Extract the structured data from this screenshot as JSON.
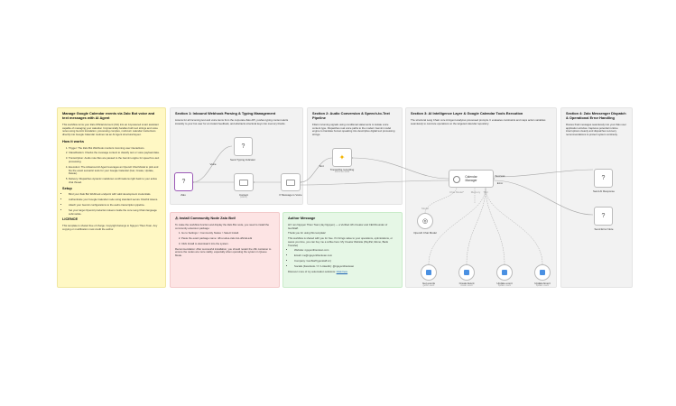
{
  "notes": {
    "intro": {
      "title": "Manage Google Calendar events via Zalo Bot voice and text messages with AI Agent",
      "p1": "This workflow turns your Zalo Official Account (OA) into an AI-powered smart assistant capable of managing your calendar. It dynamically handles both text strings and voice notes using Gemini translation, processing complex, multi-turn calendar instructions directly into Google Calendar routines via an AI Agent structural layout.",
      "how_title": "How it works",
      "steps": [
        "Trigger: The Zalo Bot Webhook monitors incoming user interactions.",
        "Classification: Checks the message content to classify text or voice payload data.",
        "Transcription: Audio note files are passed to the Gemini engine for speech-to-text processing.",
        "Execution: The Advanced AI Agent leverages an OpenAI Chat Model to pick and fire the exact semantic tools for your Google Calendar (Get, Create, Update, Delete).",
        "Delivery: Dispatches dynamic markdown confirmations right back to your active chat thread."
      ],
      "setup_title": "Setup",
      "setup": [
        "Bind your Zalo Bot Webhook endpoint with valid development credentials.",
        "Authenticate your Google Calendar node using standard secure OAuth2 tokens.",
        "Attach your Gemini configurations to the audio transcription pipeline.",
        "Set your target OpenAI production tokens inside the core Lang Chain language submodule."
      ],
      "licence_title": "LICENCE",
      "licence": "This template is shared free of charge. Copyright belongs to Nguyen Thien Toan. Any copying or modification must credit the author."
    },
    "s1": {
      "title": "Section 1: Inbound Webhook Parsing & Typing Management",
      "body": "Listens for all incoming text and voice items from the corporate Zalo API, pushes typing context alerts instantly to your bot user for an instant feedback, and abstracts structural keys into memory blocks."
    },
    "s2": {
      "title": "Section 2: Audio Conversion & Speech-to-Text Pipeline",
      "body": "Filters incoming signals using conditional statements to isolate voice content type. Dispatches real voice paths to the modern Gemini model engine to translate human speaking into descriptive digital text processing strings."
    },
    "s3": {
      "title": "Section 3: AI Intelligence Layer & Google Calendar Tools Execution",
      "body": "The structural Lang Chain core AI Agent analyzes processed prompts. It evaluates constraints and maps action variables seamlessly to concrete operations on the targeted calendar repository."
    },
    "s4": {
      "title": "Section 4: Zalo Messenger Dispatch & Operational Error Handling",
      "body": "Routes final messages seamlessly into your Zalo user application window. Captures potential runtime interruptions cleanly and dispatches recovery recommendations to protect system continuity."
    },
    "install": {
      "title": "⚠ Install Community Node Zalo Bot!",
      "p1": "To make the workflow function and display the Zalo Bot node, you need to install the community extension package:",
      "steps": [
        "Go to Settings > Community Nodes > Select Install.",
        "Paste the exact package name: n8n-nodes-zalo-bot-official-sdk",
        "Click Install to download it into the system."
      ],
      "p2": "Recommendation: After successful installation, you should restart the n8n container to ensure the nodes are more stably, especially when operating the system in Queue Mode."
    },
    "author": {
      "title": "Author Message",
      "p1": "Hi! I am Nguyen Thien Toan (Jay Nguyen) — a Verified n8n Creator and CEO/Founder of GenStaff.",
      "p2": "Thank you for using this template!",
      "p3": "This workflow is shared with you for free. If it brings value to your operations, optimizations, or saves you time, you can buy me a coffee here: My Creator Website (PayPal, Momo, Bank Transfer)",
      "lines": [
        "Website: nguyenthientoan.com",
        "Email: me@nguyenthientoan.com",
        "Company: GenStaff (genstaff.vn)",
        "Socials (Facebook / X / LinkedIn): @nguyenthientoan"
      ],
      "p4_prefix": "Discover more of my automation solutions:",
      "p4_link": "Click here"
    }
  },
  "nodes": {
    "zalo": {
      "icon": "?",
      "label": "Zalo"
    },
    "typing": {
      "icon": "?",
      "label": "Send Typing Indicator"
    },
    "content": {
      "label": "Content",
      "sub": "(switch)"
    },
    "ifvoice": {
      "label": "If Message is Voice"
    },
    "transcribe": {
      "label": "Transcribe recording",
      "sub": "transcribe audio"
    },
    "calendar": {
      "label": "Calendar Manager"
    },
    "openai": {
      "label": "OpenAI Chat Model"
    },
    "send_resp": {
      "icon": "?",
      "label": "Send AI Response"
    },
    "send_err": {
      "icon": "?",
      "label": "Send Error Note"
    },
    "get_events": {
      "label": "Get events",
      "sub": "getAll: event"
    },
    "create_event": {
      "label": "Create Event",
      "sub": "create: event"
    },
    "update_event": {
      "label": "Update event",
      "sub": "update: event"
    },
    "delete_event": {
      "label": "Update Event",
      "sub": "update: event"
    }
  },
  "edge_labels": {
    "voice": "Voice",
    "text": "Text",
    "success": "Success",
    "error": "Error",
    "chat_model": "Chat Model*",
    "memory": "Memory",
    "tool": "Tool",
    "model": "Model"
  },
  "colors": {
    "yellow": "#fff8c4",
    "gray": "#f2f2f2",
    "pink": "#fde4e4",
    "green": "#e6f7e6",
    "zalo_accent": "#9b59b6",
    "gemini_accent": "#f4b400",
    "calendar_accent": "#4a90e2",
    "wire": "#a8a8a8"
  }
}
